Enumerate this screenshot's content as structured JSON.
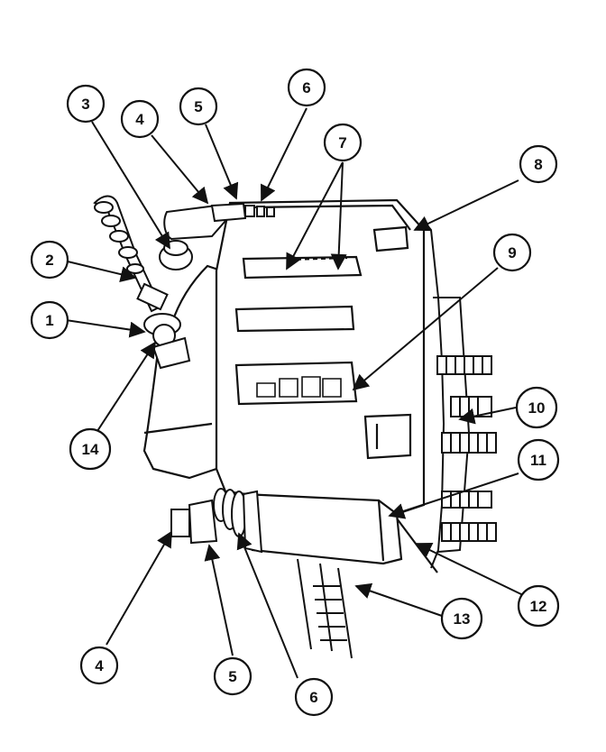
{
  "diagram": {
    "callouts": [
      {
        "id": "c1",
        "label": "1"
      },
      {
        "id": "c2",
        "label": "2"
      },
      {
        "id": "c3",
        "label": "3"
      },
      {
        "id": "c4a",
        "label": "4"
      },
      {
        "id": "c5a",
        "label": "5"
      },
      {
        "id": "c6a",
        "label": "6"
      },
      {
        "id": "c7",
        "label": "7"
      },
      {
        "id": "c8",
        "label": "8"
      },
      {
        "id": "c9",
        "label": "9"
      },
      {
        "id": "c10",
        "label": "10"
      },
      {
        "id": "c11",
        "label": "11"
      },
      {
        "id": "c12",
        "label": "12"
      },
      {
        "id": "c13",
        "label": "13"
      },
      {
        "id": "c14",
        "label": "14"
      },
      {
        "id": "c4b",
        "label": "4"
      },
      {
        "id": "c5b",
        "label": "5"
      },
      {
        "id": "c6b",
        "label": "6"
      }
    ],
    "colors": {
      "line": "#111111",
      "background": "#ffffff"
    }
  }
}
